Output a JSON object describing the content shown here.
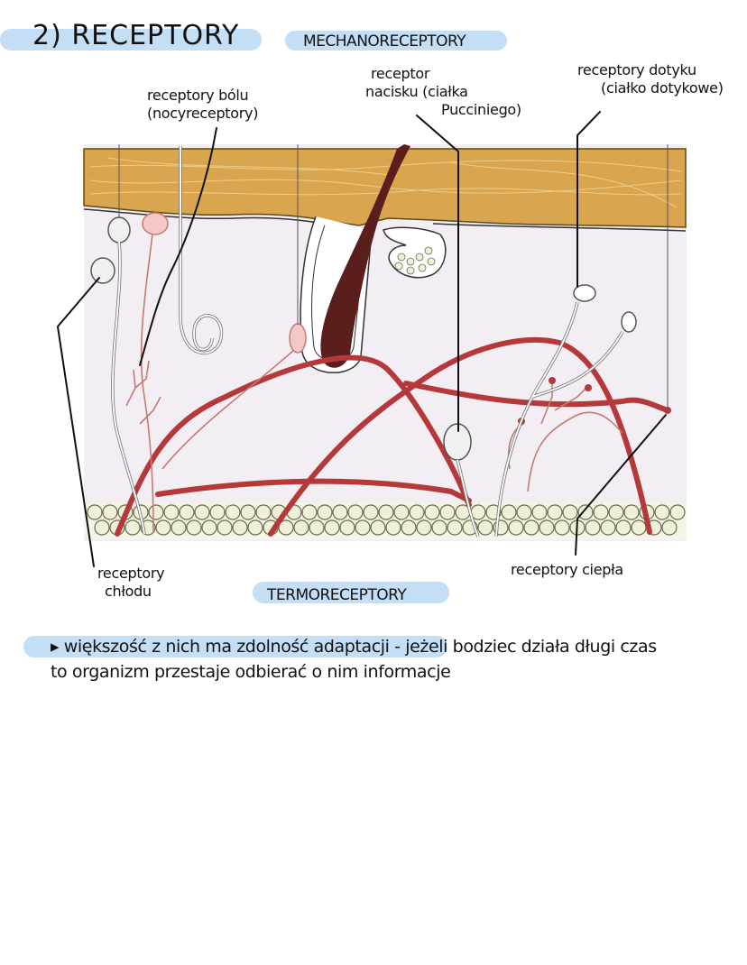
{
  "title": "2) RECEPTORY",
  "sections": {
    "mechanoreceptors": "MECHANORECEPTORY",
    "thermoreceptors": "TERMORECEPTORY"
  },
  "labels": {
    "pain_line1": "receptory bólu",
    "pain_line2": "(nocyreceptory)",
    "pressure_line1": "receptor",
    "pressure_line2": "nacisku  (ciałka",
    "pressure_line3": "Pucciniego)",
    "touch_line1": "receptory dotyku",
    "touch_line2": "(ciałko dotykowe)",
    "cold_line1": "receptory",
    "cold_line2": "chłodu",
    "heat": "receptory  ciepła"
  },
  "note": {
    "line1": "▸ większość z nich ma zdolność adaptacji - jeżeli bodziec działa długi czas",
    "line2": "to organizm przestaje odbierać  o nim  informacje"
  },
  "colors": {
    "highlight": "#c4def6",
    "epidermis": "#d9a54e",
    "dermis": "#f3eef4",
    "vessel": "#b5393a",
    "hair": "#5a1e1c",
    "fat": "#eef0d8"
  }
}
